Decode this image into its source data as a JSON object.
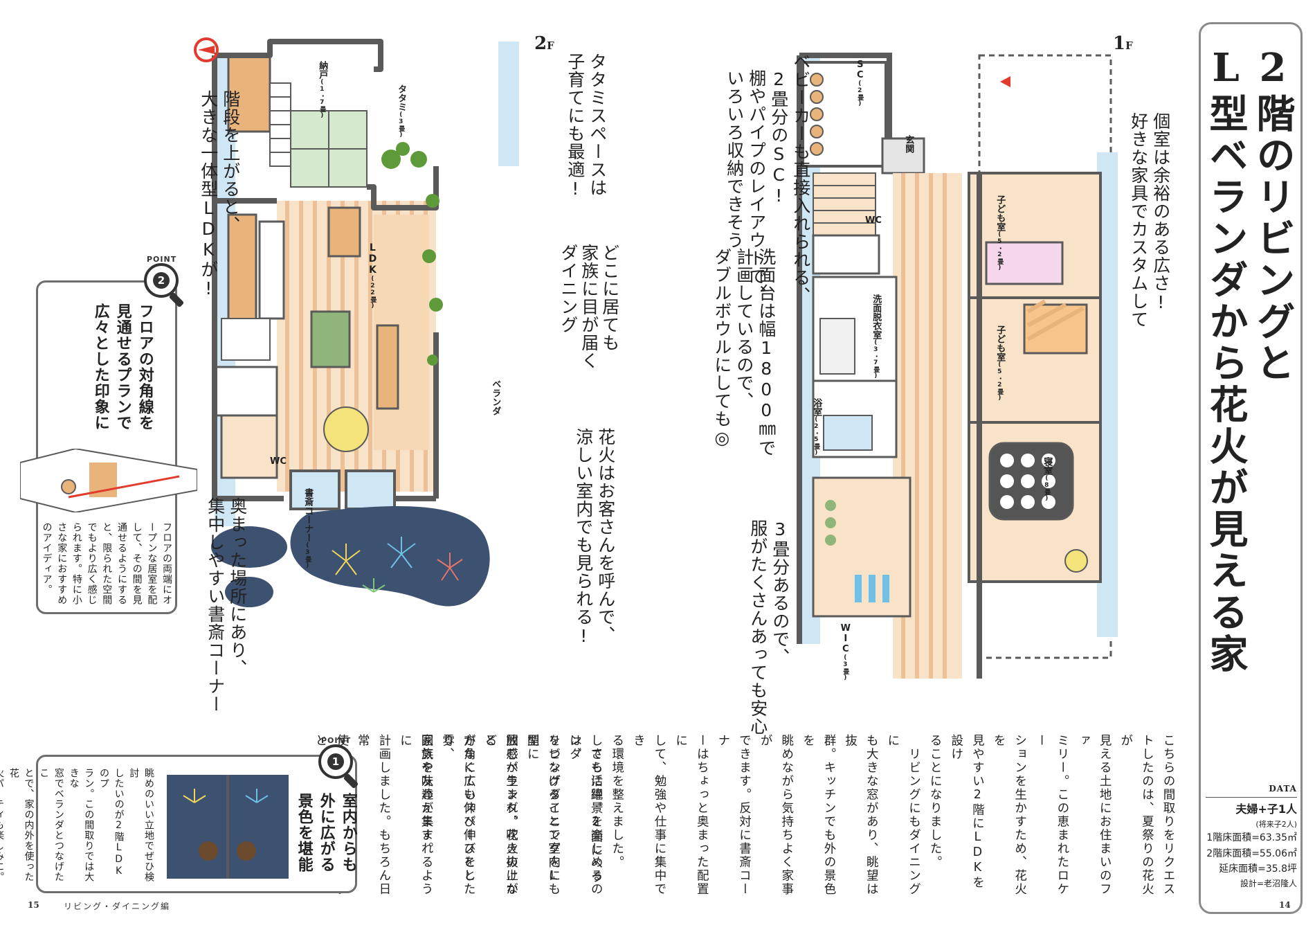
{
  "title": {
    "line1": "2階のリビングと",
    "line2": "L型ベランダから花火が見える家"
  },
  "data": {
    "label": "DATA",
    "family": "夫婦+子1人",
    "family_note": "(将来子2人)",
    "floor1": "1階床面積=63.35㎡",
    "floor2": "2階床面積=55.06㎡",
    "total": "延床面積=35.8坪",
    "design": "設計=老沼隆人"
  },
  "floor_labels": {
    "f2": "2",
    "f1": "1",
    "suffix": "F"
  },
  "rooms": {
    "nando": "納戸",
    "nando_size": "(1・7畳)",
    "tatami": "タタミ",
    "tatami_size": "(3畳)",
    "ldk": "LDK",
    "ldk_size": "(22畳)",
    "veranda": "ベランダ",
    "wc2": "WC",
    "shosai": "書斎コーナー",
    "shosai_size": "(3畳)",
    "sc": "SC",
    "sc_size": "(2畳)",
    "genkan": "玄関",
    "wc1": "WC",
    "senmen": "洗面脱衣室",
    "senmen_size": "(3・7畳)",
    "yokushitsu": "浴室",
    "yokushitsu_size": "(2・5畳)",
    "wic": "WIC",
    "wic_size": "(3畳)",
    "kodomo1": "子ども室",
    "kodomo1_size": "(5・2畳)",
    "kodomo2": "子ども室",
    "kodomo2_size": "(5・2畳)",
    "shinshitsu": "寝室",
    "shinshitsu_size": "(8畳)"
  },
  "notes": {
    "tatami_a": "タタミスペースは",
    "tatami_b": "子育てにも最適!",
    "stairs_a": "階段を上がると、",
    "stairs_b": "大きな一体型LDKが!",
    "dining_a": "どこに居ても",
    "dining_b": "家族に目が届く",
    "dining_c": "ダイニング",
    "hanabi_a": "花火はお客さんを呼んで、",
    "hanabi_b": "涼しい室内でも見られる!",
    "shosai_a": "奥まった場所にあり、",
    "shosai_b": "集中しやすい書斎コーナー",
    "baby_a": "ベビーカーも直接入れられる、",
    "baby_b": "2畳分のSC!",
    "baby_c": "棚やパイプのレイアウトで、",
    "baby_d": "いろいろ収納できそう",
    "sink_a": "洗面台は幅1800㎜で",
    "sink_b": "計画しているので、",
    "sink_c": "ダブルボウルにしても◎",
    "wic_a": "3畳分あるので、",
    "wic_b": "服がたくさんあっても安心",
    "room_a": "個室は余裕のある広さ!",
    "room_b": "好きな家具でカスタムして"
  },
  "point1": {
    "label": "POINT",
    "number": "1",
    "title_a": "室内からも",
    "title_b": "外に広がる",
    "title_c": "景色を堪能",
    "body": [
      "眺めのいい立地でぜひ検討",
      "したいのが2階LDKのプ",
      "ラン。この間取りでは大きな",
      "窓でベランダとつなげたこ",
      "とで、家の内外を使った花",
      "火パーティも楽しみに。"
    ]
  },
  "point2": {
    "label": "POINT",
    "number": "2",
    "title_a": "フロアの対角線を",
    "title_b": "見通せるプランで",
    "title_c": "広々とした印象に",
    "body": [
      "フロアの両端にオ",
      "ープンな居室を配",
      "して、その間を見",
      "通せるようにする",
      "と、限られた空間",
      "でもより広く感じ",
      "られます。特に小",
      "さな家におすすめ",
      "のアイディア。"
    ]
  },
  "body_right": [
    "こちらの間取りをリクエス",
    "トしたのは、夏祭りの花火が",
    "見える土地にお住まいのファ",
    "ミリー。この恵まれたロケー",
    "ションを生かすため、花火を",
    "見やすい2階にLDKを設け",
    "ることになりました。",
    "　リビングにもダイニングに",
    "も大きな窓があり、眺望は抜",
    "群。キッチンでも外の景色を",
    "眺めながら気持ちよく家事が",
    "できます。反対に書斎コーナ",
    "ーはちょっと奥まった配置に",
    "して、勉強や仕事に集中でき",
    "る環境を整えました。",
    "　さらに絶景を楽しめるのは、",
    "リビングダイニングをL型に",
    "囲むベランダ。花火の上がる",
    "方角に広いスペースをとり、",
    "家族や友達が集まれるように",
    "計画しました。もちろん日常",
    "使いのアウトドアリビングと"
  ],
  "body_left": [
    "しても活躍。2面にベランダ",
    "をつなげることで室内にも開",
    "放感が生まれ、吹き抜けなど",
    "がなくても伸び伸びとした雰",
    "囲気を味わえます。"
  ],
  "footer": {
    "left_page": "15",
    "section": "リビング・ダイニング編",
    "right_page": "14"
  },
  "colors": {
    "wood": "#e9b47c",
    "floor": "#f9e3c8",
    "wall": "#5a5a5a",
    "sky": "#cfe6f4",
    "night": "#3c5270",
    "plant": "#5f9a3a",
    "accent": "#e23b2d"
  }
}
